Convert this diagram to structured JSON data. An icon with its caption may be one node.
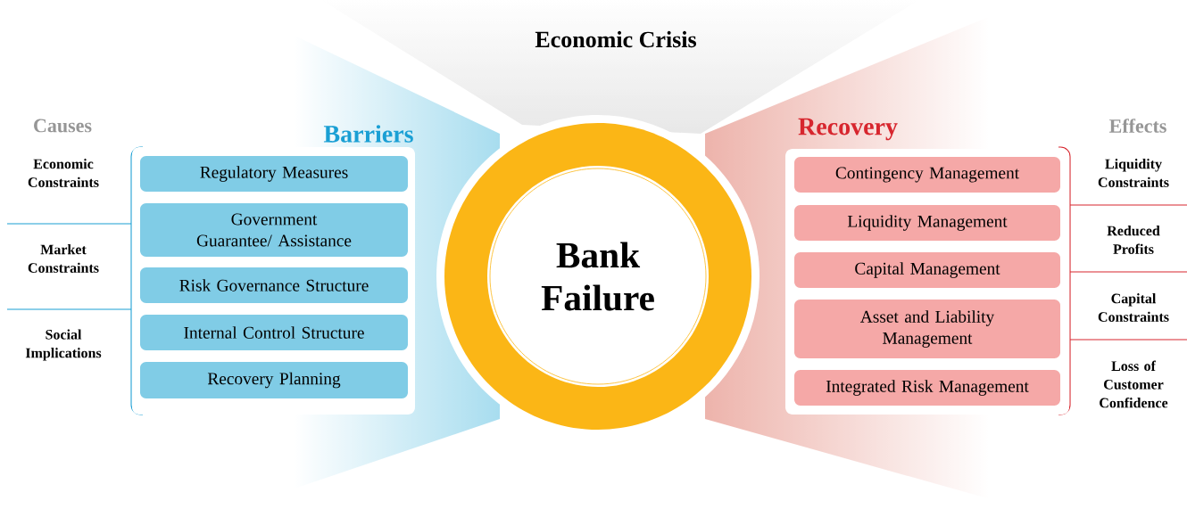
{
  "diagram": {
    "nodes": [
      {
        "text": [
          "Economic Crisis"
        ]
      },
      {
        "text": [
          "Barriers"
        ]
      },
      {
        "text": [
          "Regulatory Measures"
        ],
        "in": 1
      },
      {
        "text": [
          "Government Guarantee/ Assistance"
        ],
        "in": 1
      },
      {
        "text": [
          "Risk Governance Structure"
        ],
        "in": 1
      },
      {
        "text": [
          "Internal Control Structure"
        ],
        "in": 1
      },
      {
        "text": [
          "Recovery Planning"
        ],
        "in": 1
      },
      {
        "text": [
          "Bank Failure"
        ]
      },
      {
        "text": [
          "Recovery"
        ]
      },
      {
        "text": [
          "Contingency Management"
        ],
        "in": 8
      },
      {
        "text": [
          "Liquidity Management"
        ],
        "in": 8
      },
      {
        "text": [
          "Capital Management"
        ],
        "in": 8
      },
      {
        "text": [
          "Asset and Liability Management"
        ],
        "in": 8
      },
      {
        "text": [
          "Integrated Risk Management"
        ],
        "in": 8
      }
    ],
    "labels": [
      "Causes",
      "Economic Constraints",
      "Market Constraints",
      "Social Implications",
      "Effects",
      "Liquidity Constraints",
      "Reduced Profits",
      "Capital Constraints",
      "Loss of Customer Confidence"
    ]
  }
}
